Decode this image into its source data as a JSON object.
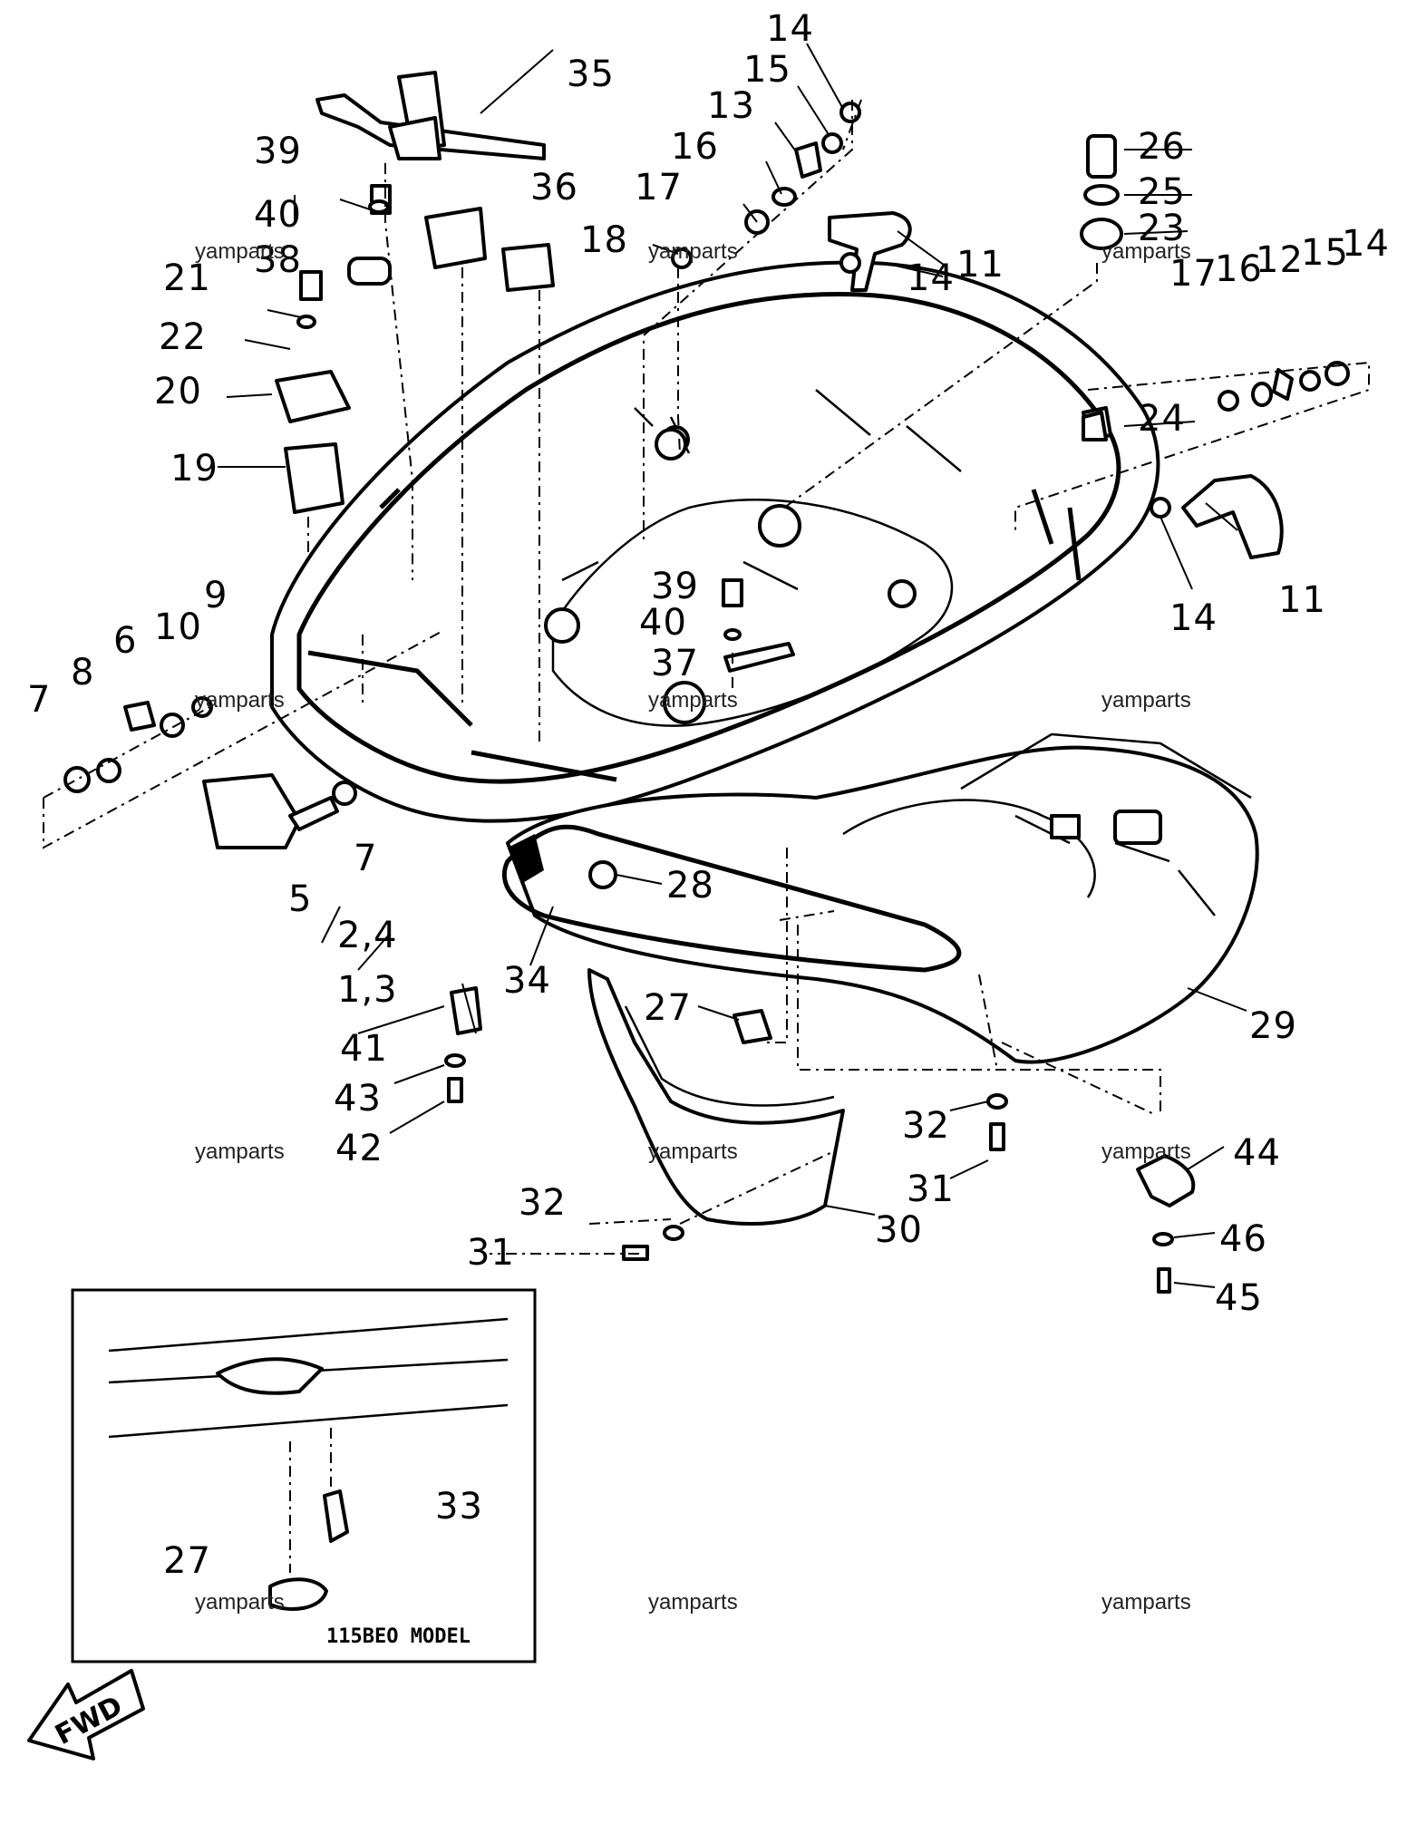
{
  "diagram": {
    "callouts": [
      "1,3",
      "2,4",
      "5",
      "6",
      "7",
      "8",
      "9",
      "10",
      "11",
      "12",
      "13",
      "14",
      "15",
      "16",
      "17",
      "18",
      "19",
      "20",
      "21",
      "22",
      "23",
      "24",
      "25",
      "26",
      "27",
      "28",
      "29",
      "30",
      "31",
      "32",
      "33",
      "34",
      "35",
      "36",
      "37",
      "38",
      "39",
      "40",
      "41",
      "42",
      "43",
      "44",
      "45",
      "46"
    ],
    "labels": {
      "l14a": "14",
      "l15a": "15",
      "l13": "13",
      "l16a": "16",
      "l17a": "17",
      "l18": "18",
      "l11a": "11",
      "l14b": "14",
      "l26": "26",
      "l25": "25",
      "l23": "23",
      "l17b": "17",
      "l16b": "16",
      "l12": "12",
      "l15b": "15",
      "l14c": "14",
      "l24": "24",
      "l14d": "14",
      "l11b": "11",
      "l35": "35",
      "l39a": "39",
      "l40a": "40",
      "l36": "36",
      "l38": "38",
      "l21": "21",
      "l22": "22",
      "l20": "20",
      "l19": "19",
      "l9": "9",
      "l10": "10",
      "l6": "6",
      "l8": "8",
      "l7a": "7",
      "l39b": "39",
      "l40b": "40",
      "l37": "37",
      "l5": "5",
      "l7b": "7",
      "l24b": "2,4",
      "l13b": "1,3",
      "l28": "28",
      "l34": "34",
      "l27a": "27",
      "l29": "29",
      "l41": "41",
      "l43": "43",
      "l42": "42",
      "l32a": "32",
      "l31a": "31",
      "l44": "44",
      "l46": "46",
      "l45": "45",
      "l32b": "32",
      "l31b": "31",
      "l30": "30",
      "l33": "33",
      "l27b": "27"
    },
    "inset_title": "115BEO MODEL",
    "fwd_label": "FWD",
    "watermark": "yamparts"
  }
}
